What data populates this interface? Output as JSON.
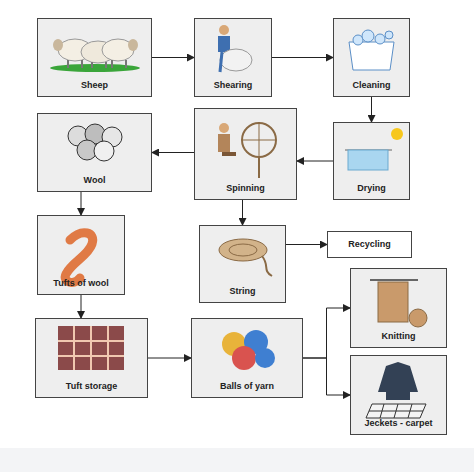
{
  "diagram": {
    "nodes": [
      {
        "text": [
          "Sheep"
        ]
      },
      {
        "text": [
          "Shearing"
        ]
      },
      {
        "text": [
          "Cleaning"
        ]
      },
      {
        "text": [
          "Wool"
        ]
      },
      {
        "text": [
          "Spinning"
        ]
      },
      {
        "text": [
          "Drying"
        ]
      },
      {
        "text": [
          "Tufts of wool"
        ]
      },
      {
        "text": [
          "String"
        ]
      },
      {
        "text": [
          "Recycling"
        ]
      },
      {
        "text": [
          "Knitting"
        ]
      },
      {
        "text": [
          "Tuft storage"
        ]
      },
      {
        "text": [
          "Balls of yarn"
        ]
      },
      {
        "text": [
          "Jeckets - carpet"
        ]
      }
    ],
    "edges": [
      {
        "from": 0,
        "to": 1,
        "arrow": "to"
      },
      {
        "from": 1,
        "to": 2,
        "arrow": "to"
      },
      {
        "from": 2,
        "to": 5,
        "arrow": "to"
      },
      {
        "from": 5,
        "to": 4,
        "arrow": "to"
      },
      {
        "from": 4,
        "to": 3,
        "arrow": "to"
      },
      {
        "from": 4,
        "to": 7,
        "arrow": "to"
      },
      {
        "from": 7,
        "to": 8,
        "arrow": "to"
      },
      {
        "from": 3,
        "to": 6,
        "arrow": "to"
      },
      {
        "from": 6,
        "to": 10,
        "arrow": "to"
      },
      {
        "from": 10,
        "to": 11,
        "arrow": "to"
      },
      {
        "from": 11,
        "to": 9,
        "arrow": "to"
      },
      {
        "from": 11,
        "to": 12,
        "arrow": "to"
      }
    ]
  }
}
